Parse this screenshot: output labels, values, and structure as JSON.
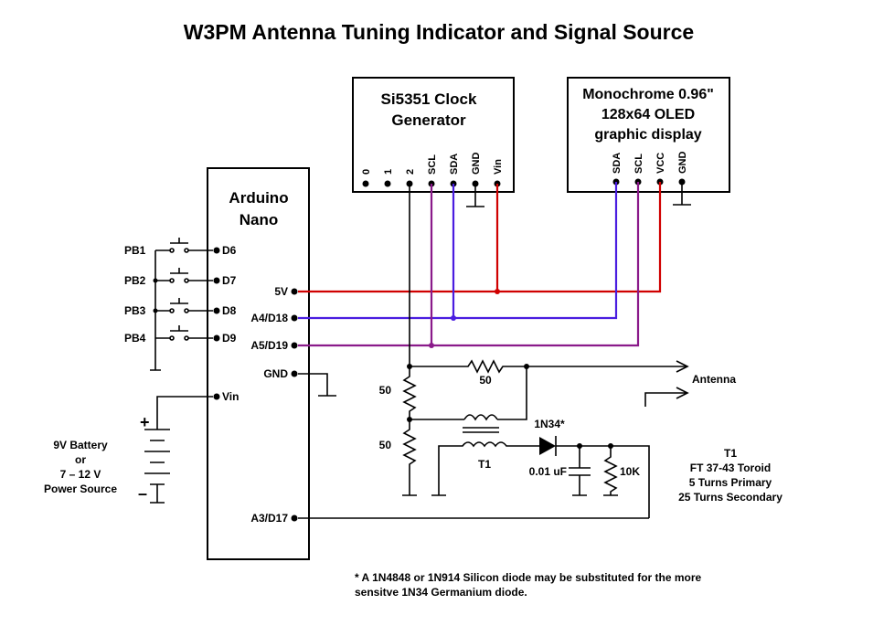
{
  "title": "W3PM Antenna Tuning Indicator and Signal Source",
  "colors": {
    "vcc_wire": "#d00000",
    "sda_wire": "#4a1de0",
    "scl_wire": "#8a1a8a"
  },
  "arduino": {
    "title_line1": "Arduino",
    "title_line2": "Nano",
    "left_pins": [
      "D6",
      "D7",
      "D8",
      "D9",
      "Vin"
    ],
    "right_pins": [
      "5V",
      "A4/D18",
      "A5/D19",
      "GND",
      "A3/D17"
    ]
  },
  "buttons": [
    "PB1",
    "PB2",
    "PB3",
    "PB4"
  ],
  "si5351": {
    "title_line1": "Si5351 Clock",
    "title_line2": "Generator",
    "pins": [
      "0",
      "1",
      "2",
      "SCL",
      "SDA",
      "GND",
      "Vin"
    ]
  },
  "oled": {
    "title_line1": "Monochrome 0.96\"",
    "title_line2": "128x64 OLED",
    "title_line3": "graphic display",
    "pins": [
      "SDA",
      "SCL",
      "VCC",
      "GND"
    ]
  },
  "battery": {
    "line1": "9V Battery",
    "line2": "or",
    "line3": "7 – 12 V",
    "line4": "Power Source",
    "plus": "+",
    "minus": "–"
  },
  "components": {
    "r_top": "50",
    "r_bottom": "50",
    "r_series": "50",
    "diode": "1N34*",
    "cap": "0.01 uF",
    "r_load": "10K",
    "transformer": "T1",
    "antenna": "Antenna"
  },
  "t1_note": {
    "line1": "T1",
    "line2": "FT 37-43 Toroid",
    "line3": "5 Turns Primary",
    "line4": "25 Turns Secondary"
  },
  "footnote": {
    "line1": "* A 1N4848 or 1N914 Silicon diode may be substituted for the more",
    "line2": "sensitve 1N34 Germanium diode."
  }
}
